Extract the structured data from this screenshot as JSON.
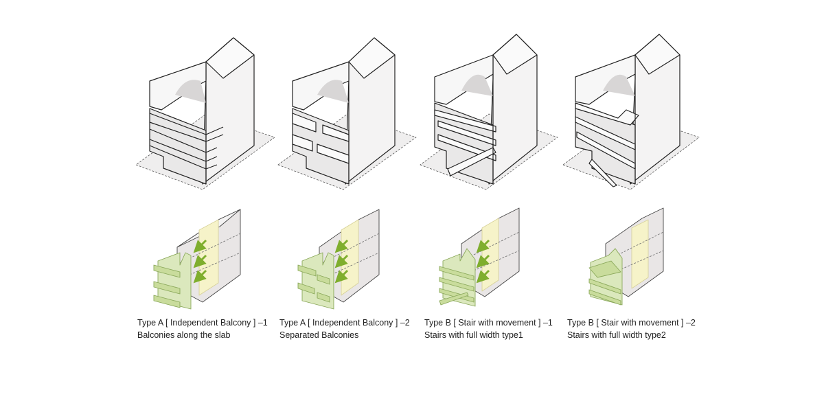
{
  "diagrams": [
    {
      "title": "Type A  [ Independent Balcony ] –1",
      "subtitle": "Balconies along the slab"
    },
    {
      "title": "Type A  [ Independent Balcony ] –2",
      "subtitle": "Separated Balconies"
    },
    {
      "title": "Type B [ Stair with movement ] –1",
      "subtitle": "Stairs with full width type1"
    },
    {
      "title": "Type B [ Stair with movement ] –2",
      "subtitle": "Stairs with full width type2"
    }
  ],
  "colors": {
    "building_fill": "#f4f3f3",
    "building_shade": "#e4e2e2",
    "outline": "#222222",
    "balcony_green": "#dbe8bd",
    "balcony_green_dark": "#b9cf8c",
    "core_yellow": "#f6f3c9",
    "arrow_green": "#7fae2e",
    "wall_grey": "#e9e6e6"
  }
}
